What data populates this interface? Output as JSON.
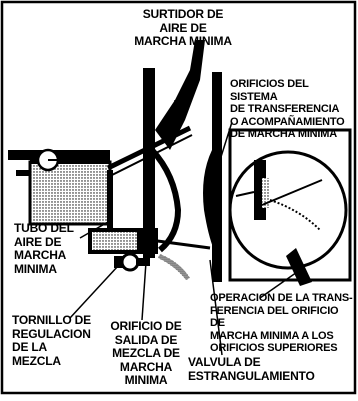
{
  "labels": {
    "idle_air_jet": "SURTIDOR DE\nAIRE DE\nMARCHA MINIMA",
    "transfer_orifices": "ORIFICIOS DEL SISTEMA\nDE TRANSFERENCIA\nO ACOMPAÑAMIENTO\nDE MARCHA MINIMA",
    "idle_air_tube": "TUBO DEL\nAIRE DE\nMARCHA\nMINIMA",
    "mixture_screw": "TORNILLO DE\nREGULACION\nDE LA MEZCLA",
    "mixture_outlet": "ORIFICIO DE\nSALIDA DE\nMEZCLA DE\nMARCHA MINIMA",
    "throttle_valve": "VALVULA DE\nESTRANGULAMIENTO",
    "transfer_operation": "OPERACION DE LA TRANS-\nFERENCIA DEL ORIFICIO DE\nMARCHA MINIMA A LOS\nORIFICIOS SUPERIORES"
  }
}
